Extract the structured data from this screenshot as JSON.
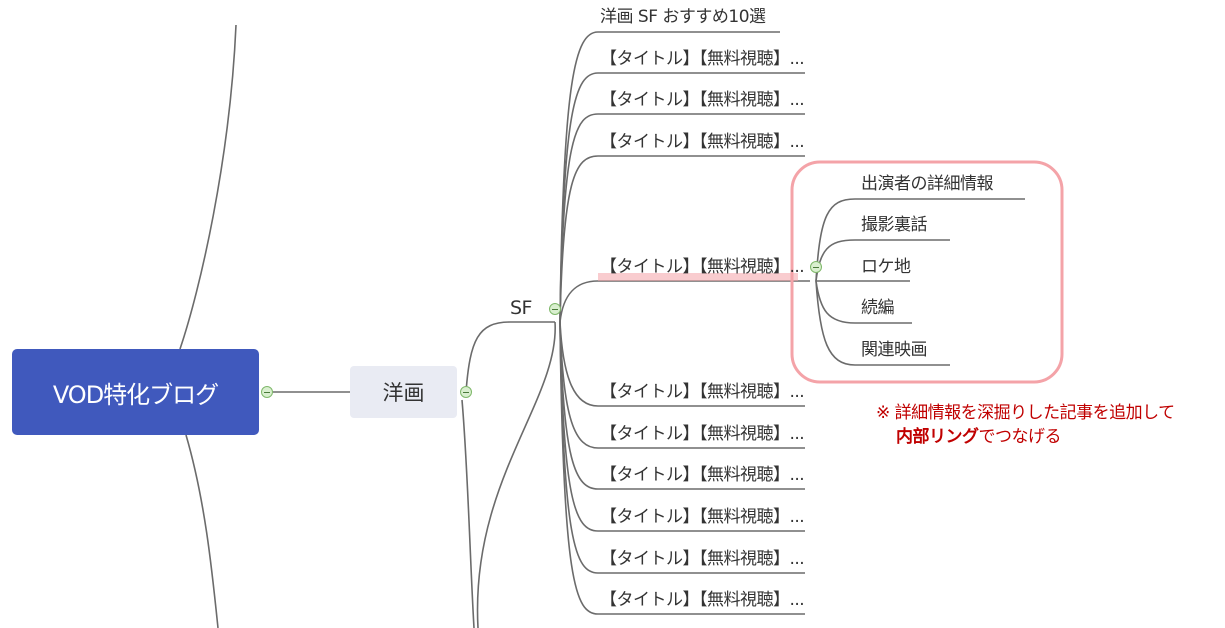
{
  "root": {
    "label": "VOD特化ブログ"
  },
  "level1": {
    "label": "洋画"
  },
  "level2": {
    "label": "SF"
  },
  "sf_children": [
    "洋画 SF おすすめ10選",
    "【タイトル】【無料視聴】...",
    "【タイトル】【無料視聴】...",
    "【タイトル】【無料視聴】...",
    "【タイトル】【無料視聴】...",
    "【タイトル】【無料視聴】...",
    "【タイトル】【無料視聴】...",
    "【タイトル】【無料視聴】...",
    "【タイトル】【無料視聴】...",
    "【タイトル】【無料視聴】...",
    "【タイトル】【無料視聴】..."
  ],
  "detail_children": [
    "出演者の詳細情報",
    "撮影裏話",
    "ロケ地",
    "続編",
    "関連映画"
  ],
  "note": {
    "line1": "※ 詳細情報を深掘りした記事を追加して",
    "line2_bold": "内部リング",
    "line2_rest": "でつなげる"
  },
  "colors": {
    "root_fill": "#4059bd",
    "topic_fill": "#e9ebf3",
    "highlight_box": "#f4a3a8",
    "note_text": "#c00000"
  }
}
